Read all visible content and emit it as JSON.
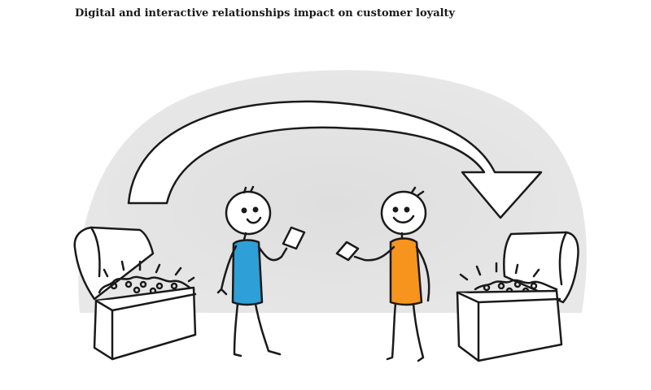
{
  "header": {
    "title": "Digital and interactive relationships impact on customer loyalty"
  },
  "illustration": {
    "figures": [
      {
        "name": "left-person",
        "shirt_color": "#2f9fd8"
      },
      {
        "name": "right-person",
        "shirt_color": "#f7941d"
      }
    ],
    "colors": {
      "backdrop": "#e3e3e3",
      "ink": "#1a1a1a",
      "arrow_fill": "#ffffff"
    },
    "icons": [
      "treasure-chest-icon",
      "curved-arrow-icon",
      "card-icon"
    ]
  }
}
